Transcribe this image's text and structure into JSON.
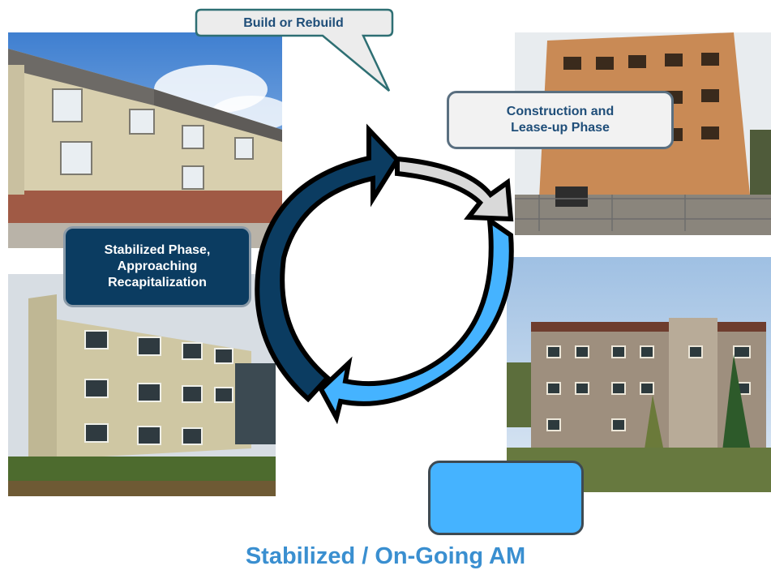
{
  "callout": {
    "label": "Build or Rebuild"
  },
  "phases": {
    "construction": "Construction and\nLease-up Phase",
    "stabilized_approaching": "Stabilized Phase,\nApproaching\nRecapitalization",
    "ongoing": ""
  },
  "footer": {
    "title": "Stabilized / On-Going AM"
  },
  "colors": {
    "dark_arrow": "#0b3c61",
    "light_arrow": "#d9d9d9",
    "blue_arrow": "#45b3ff",
    "title_blue": "#3a8fd0",
    "callout_border": "#2e6f73"
  }
}
